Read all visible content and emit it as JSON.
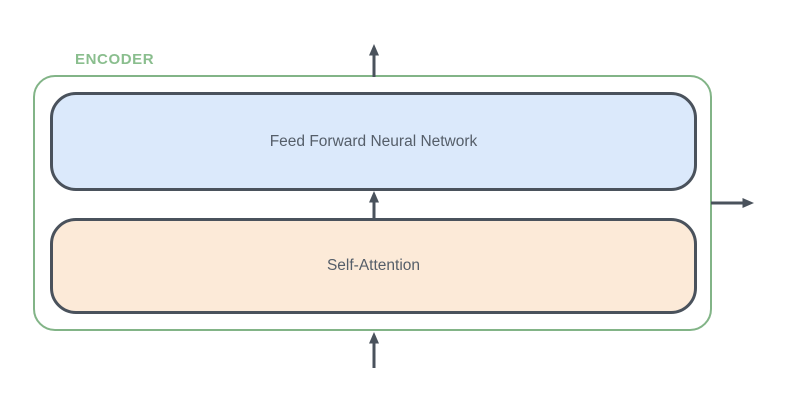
{
  "diagram": {
    "encoder": {
      "label": "ENCODER",
      "blocks": [
        {
          "id": "feed_forward",
          "label": "Feed Forward Neural Network",
          "fill": "#dbe9fb"
        },
        {
          "id": "self_attention",
          "label": "Self-Attention",
          "fill": "#fcead8"
        }
      ]
    },
    "arrows": [
      {
        "name": "input-arrow-bottom",
        "direction": "up"
      },
      {
        "name": "inter-block-arrow",
        "direction": "up"
      },
      {
        "name": "output-arrow-top",
        "direction": "up"
      },
      {
        "name": "output-arrow-right",
        "direction": "right"
      }
    ],
    "colors": {
      "encoder_border": "#82b487",
      "encoder_label": "#8abe8e",
      "block_border": "#4a525c",
      "block_text": "#555e69",
      "arrow": "#4a525c",
      "ffnn_fill": "#dbe9fb",
      "self_attention_fill": "#fcead8",
      "canvas_bg": "#ffffff"
    }
  }
}
